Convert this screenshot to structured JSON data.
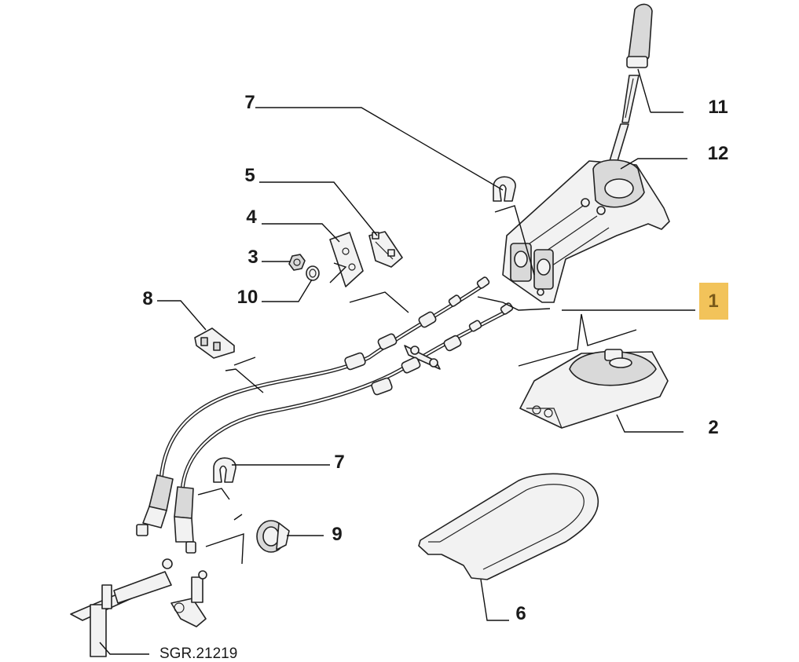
{
  "callouts": [
    {
      "id": "c1",
      "label": "1",
      "highlighted": true
    },
    {
      "id": "c2",
      "label": "2"
    },
    {
      "id": "c3",
      "label": "3"
    },
    {
      "id": "c4",
      "label": "4"
    },
    {
      "id": "c5",
      "label": "5"
    },
    {
      "id": "c6",
      "label": "6"
    },
    {
      "id": "c7a",
      "label": "7"
    },
    {
      "id": "c7b",
      "label": "7"
    },
    {
      "id": "c8",
      "label": "8"
    },
    {
      "id": "c9",
      "label": "9"
    },
    {
      "id": "c10",
      "label": "10"
    },
    {
      "id": "c11",
      "label": "11"
    },
    {
      "id": "c12",
      "label": "12"
    }
  ],
  "reference": "SGR.21219",
  "colors": {
    "highlight": "#f2c35a",
    "highlight_text": "#7a5a1a",
    "line": "#111111",
    "background": "#ffffff"
  }
}
